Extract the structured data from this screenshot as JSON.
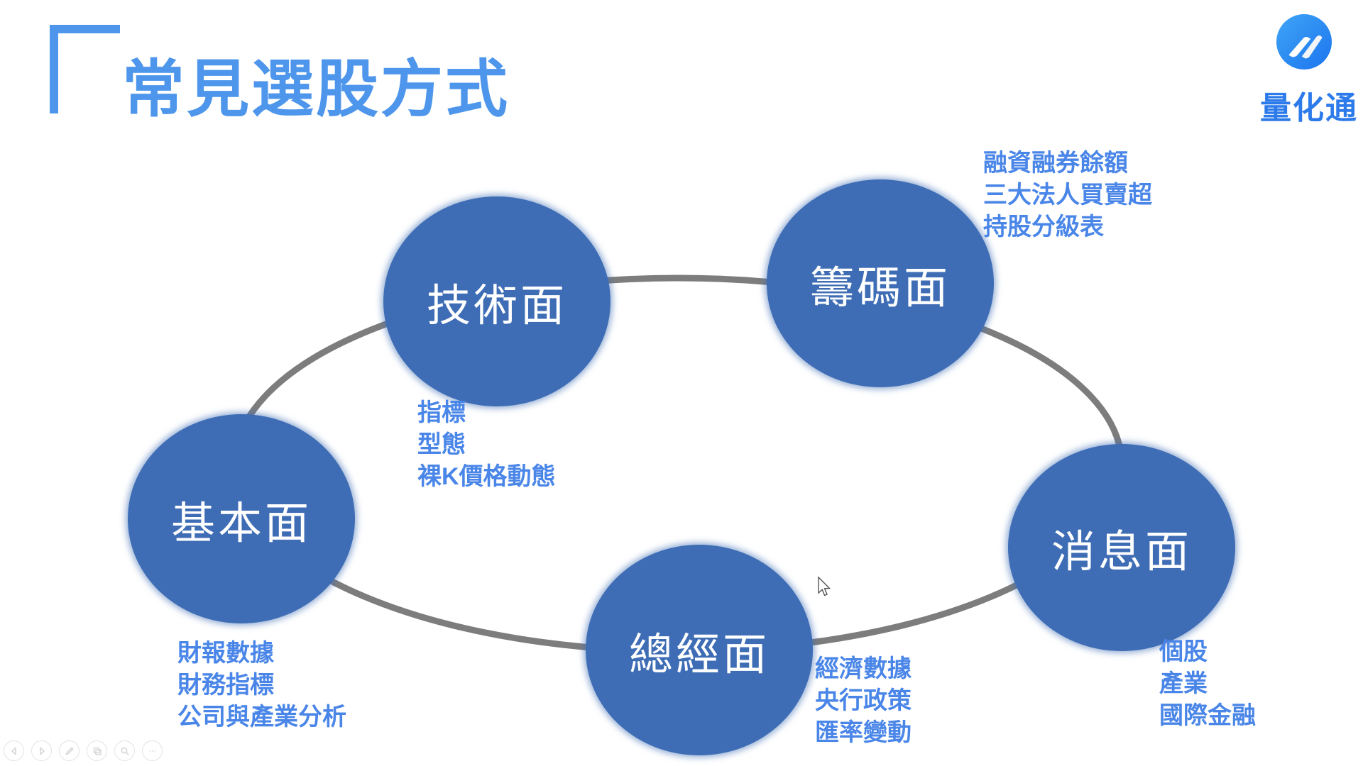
{
  "header": {
    "title": "常見選股方式",
    "accent_color": "#4E96EC"
  },
  "logo": {
    "wordmark": "量化通",
    "icon": "quantpass-wing-icon",
    "circle_color": "#2E8CF0",
    "text_color": "#2D7BEA"
  },
  "diagram": {
    "type": "cycle",
    "connector_color": "#7D7D7D",
    "node_fill_color": "#3E6DB5",
    "node_text_color": "#FFFFFF",
    "note_text_color": "#4A86E8",
    "nodes": [
      {
        "id": "technical",
        "label": "技術面",
        "notes": [
          "指標",
          "型態",
          "裸K價格動態"
        ]
      },
      {
        "id": "chips",
        "label": "籌碼面",
        "notes": [
          "融資融券餘額",
          "三大法人買賣超",
          "持股分級表"
        ]
      },
      {
        "id": "fundamental",
        "label": "基本面",
        "notes": [
          "財報數據",
          "財務指標",
          "公司與產業分析"
        ]
      },
      {
        "id": "news",
        "label": "消息面",
        "notes": [
          "個股",
          "產業",
          "國際金融"
        ]
      },
      {
        "id": "macro",
        "label": "總經面",
        "notes": [
          "經濟數據",
          "央行政策",
          "匯率變動"
        ]
      }
    ]
  },
  "toolbar": {
    "buttons": [
      {
        "name": "previous-slide"
      },
      {
        "name": "next-slide"
      },
      {
        "name": "pen-annotate"
      },
      {
        "name": "slide-panel"
      },
      {
        "name": "zoom-search"
      },
      {
        "name": "more-options"
      }
    ]
  }
}
